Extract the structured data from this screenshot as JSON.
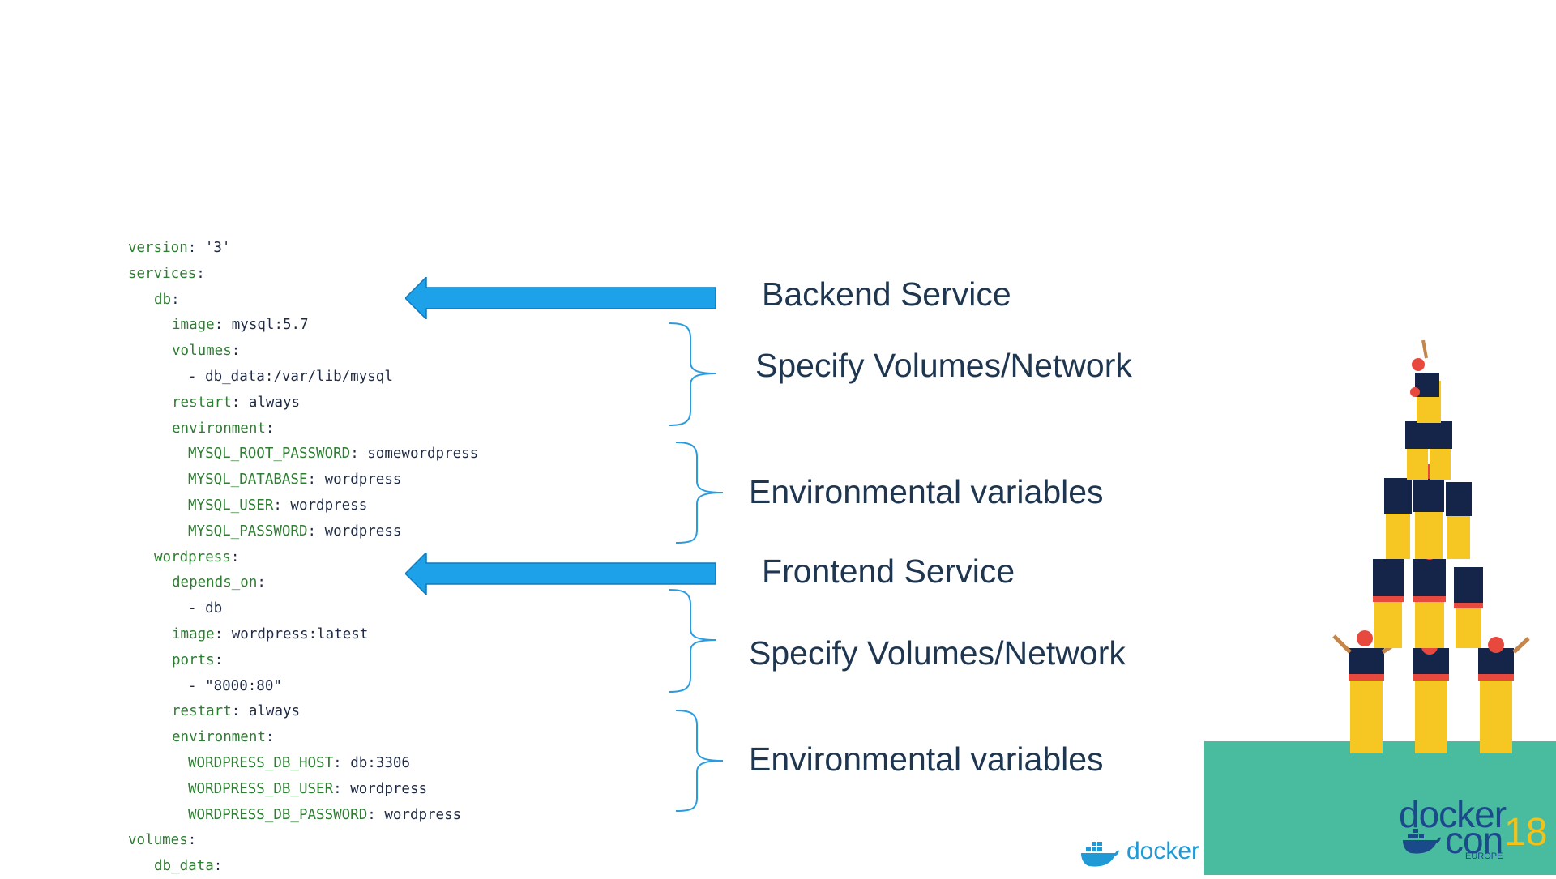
{
  "code_lines": [
    {
      "key": "version",
      "value": ": '3'",
      "indent": 0
    },
    {
      "key": "services",
      "value": ":",
      "indent": 0
    },
    {
      "key": "db",
      "value": ":",
      "indent": 1
    },
    {
      "key": "image",
      "value": ": mysql:5.7",
      "indent": 2
    },
    {
      "key": "volumes",
      "value": ":",
      "indent": 2
    },
    {
      "key": "",
      "value": "- db_data:/var/lib/mysql",
      "indent": 3
    },
    {
      "key": "restart",
      "value": ": always",
      "indent": 2
    },
    {
      "key": "environment",
      "value": ":",
      "indent": 2
    },
    {
      "key": "MYSQL_ROOT_PASSWORD",
      "value": ": somewordpress",
      "indent": 3
    },
    {
      "key": "MYSQL_DATABASE",
      "value": ": wordpress",
      "indent": 3
    },
    {
      "key": "MYSQL_USER",
      "value": ": wordpress",
      "indent": 3
    },
    {
      "key": "MYSQL_PASSWORD",
      "value": ": wordpress",
      "indent": 3
    },
    {
      "key": "wordpress",
      "value": ":",
      "indent": 1
    },
    {
      "key": "depends_on",
      "value": ":",
      "indent": 2
    },
    {
      "key": "",
      "value": "- db",
      "indent": 3
    },
    {
      "key": "image",
      "value": ": wordpress:latest",
      "indent": 2
    },
    {
      "key": "ports",
      "value": ":",
      "indent": 2
    },
    {
      "key": "",
      "value": "- \"8000:80\"",
      "indent": 3
    },
    {
      "key": "restart",
      "value": ": always",
      "indent": 2
    },
    {
      "key": "environment",
      "value": ":",
      "indent": 2
    },
    {
      "key": "WORDPRESS_DB_HOST",
      "value": ": db:3306",
      "indent": 3
    },
    {
      "key": "WORDPRESS_DB_USER",
      "value": ": wordpress",
      "indent": 3
    },
    {
      "key": "WORDPRESS_DB_PASSWORD",
      "value": ": wordpress",
      "indent": 3
    },
    {
      "key": "volumes",
      "value": ":",
      "indent": 0
    },
    {
      "key": "db_data",
      "value": ":",
      "indent": 1
    }
  ],
  "labels": {
    "backend_service": "Backend Service",
    "specify_volumes_1": "Specify Volumes/Network",
    "env_vars_1": "Environmental variables",
    "frontend_service": "Frontend Service",
    "specify_volumes_2": "Specify Volumes/Network",
    "env_vars_2": "Environmental variables"
  },
  "branding": {
    "docker_word": "docker",
    "dockercon_line1": "docker",
    "dockercon_line2": "con",
    "dockercon_year": "18",
    "dockercon_region": "EUROPE"
  },
  "colors": {
    "arrow": "#1da1e8",
    "brace": "#2b9be0",
    "teal": "#49bca0",
    "code_key": "#2e7d32",
    "text": "#1f3650"
  },
  "icons": [
    "left-arrow-icon",
    "curly-brace-icon",
    "docker-whale-icon",
    "human-tower-illustration"
  ]
}
